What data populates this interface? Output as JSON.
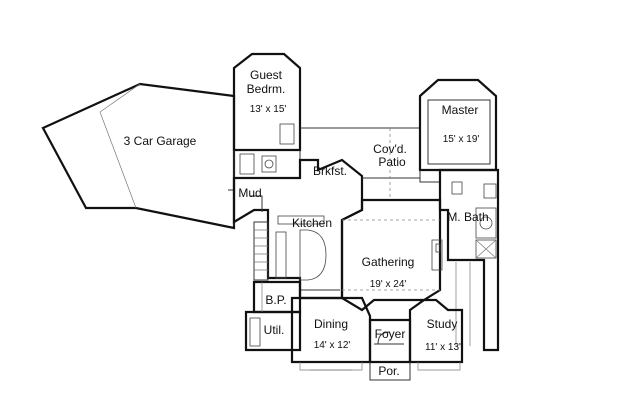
{
  "rooms": {
    "guest_bedroom": {
      "name": "Guest Bedrm.",
      "name_line1": "Guest",
      "name_line2": "Bedrm.",
      "dims": "13' x 15'"
    },
    "garage": {
      "name": "3 Car Garage"
    },
    "covd_patio": {
      "name": "Cov'd. Patio",
      "name_line1": "Cov'd.",
      "name_line2": "Patio"
    },
    "master": {
      "name": "Master",
      "dims": "15' x 19'"
    },
    "brkfst": {
      "name": "Brkfst."
    },
    "mud": {
      "name": "Mud"
    },
    "kitchen": {
      "name": "Kitchen"
    },
    "master_bath": {
      "name": "M. Bath"
    },
    "gathering": {
      "name": "Gathering",
      "dims": "19' x 24'"
    },
    "butler_pantry": {
      "name": "B.P."
    },
    "utility": {
      "name": "Util."
    },
    "dining": {
      "name": "Dining",
      "dims": "14' x 12'"
    },
    "foyer": {
      "name": "Foyer"
    },
    "study": {
      "name": "Study",
      "dims": "11' x 13'"
    },
    "porch": {
      "name": "Por."
    }
  }
}
